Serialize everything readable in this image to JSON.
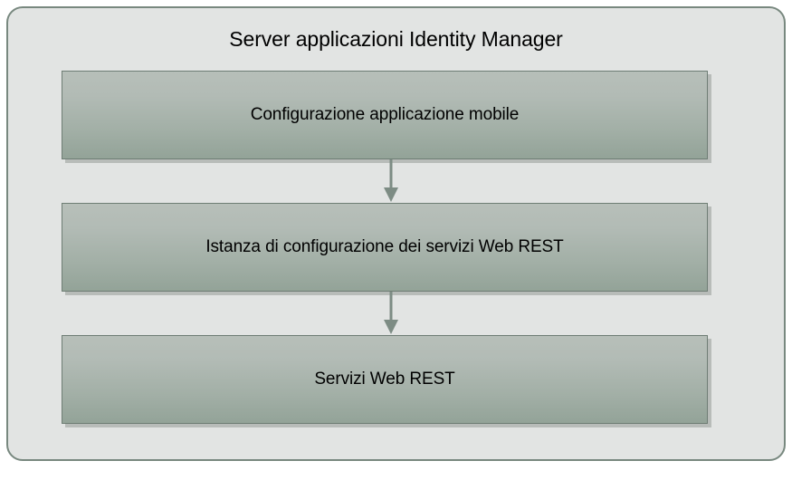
{
  "diagram": {
    "container": {
      "title": "Server applicazioni Identity Manager",
      "background_color": "#e2e4e3",
      "border_color": "#78887f"
    },
    "nodes": [
      {
        "id": "mobile-app-config",
        "label": "Configurazione applicazione mobile"
      },
      {
        "id": "rest-web-services-config-instance",
        "label": "Istanza di configurazione dei servizi Web REST"
      },
      {
        "id": "rest-web-services",
        "label": "Servizi Web REST"
      }
    ],
    "connectors": [
      {
        "id": "arrow-node1-node2",
        "icon": "arrow-down-icon",
        "from": "mobile-app-config",
        "to": "rest-web-services-config-instance"
      },
      {
        "id": "arrow-node2-node3",
        "icon": "arrow-down-icon",
        "from": "rest-web-services-config-instance",
        "to": "rest-web-services"
      }
    ],
    "colors": {
      "node_fill_top": "#b7bfb9",
      "node_fill_bottom": "#93a398",
      "node_border": "#6e7d74",
      "arrow": "#7d8c84",
      "canvas": "#ffffff",
      "text": "#000000"
    }
  }
}
